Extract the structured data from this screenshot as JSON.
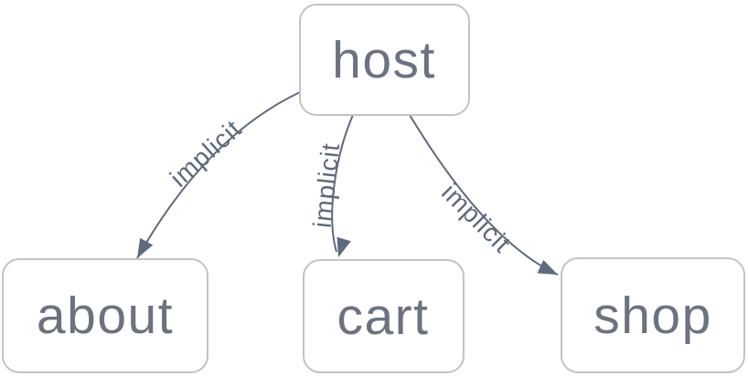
{
  "diagram": {
    "type": "network-graph",
    "background_color": "#ffffff",
    "node_fill_color": "#ffffff",
    "node_border_color": "#c3c3c3",
    "node_text_color": "#6b7280",
    "edge_color": "#5e6a7d",
    "edge_label_color": "#5e6a7d",
    "nodes": [
      {
        "id": "host",
        "label": "host"
      },
      {
        "id": "about",
        "label": "about"
      },
      {
        "id": "cart",
        "label": "cart"
      },
      {
        "id": "shop",
        "label": "shop"
      }
    ],
    "edges": [
      {
        "from": "host",
        "to": "about",
        "label": "implicit"
      },
      {
        "from": "host",
        "to": "cart",
        "label": "implicit"
      },
      {
        "from": "host",
        "to": "shop",
        "label": "implicit"
      }
    ]
  }
}
